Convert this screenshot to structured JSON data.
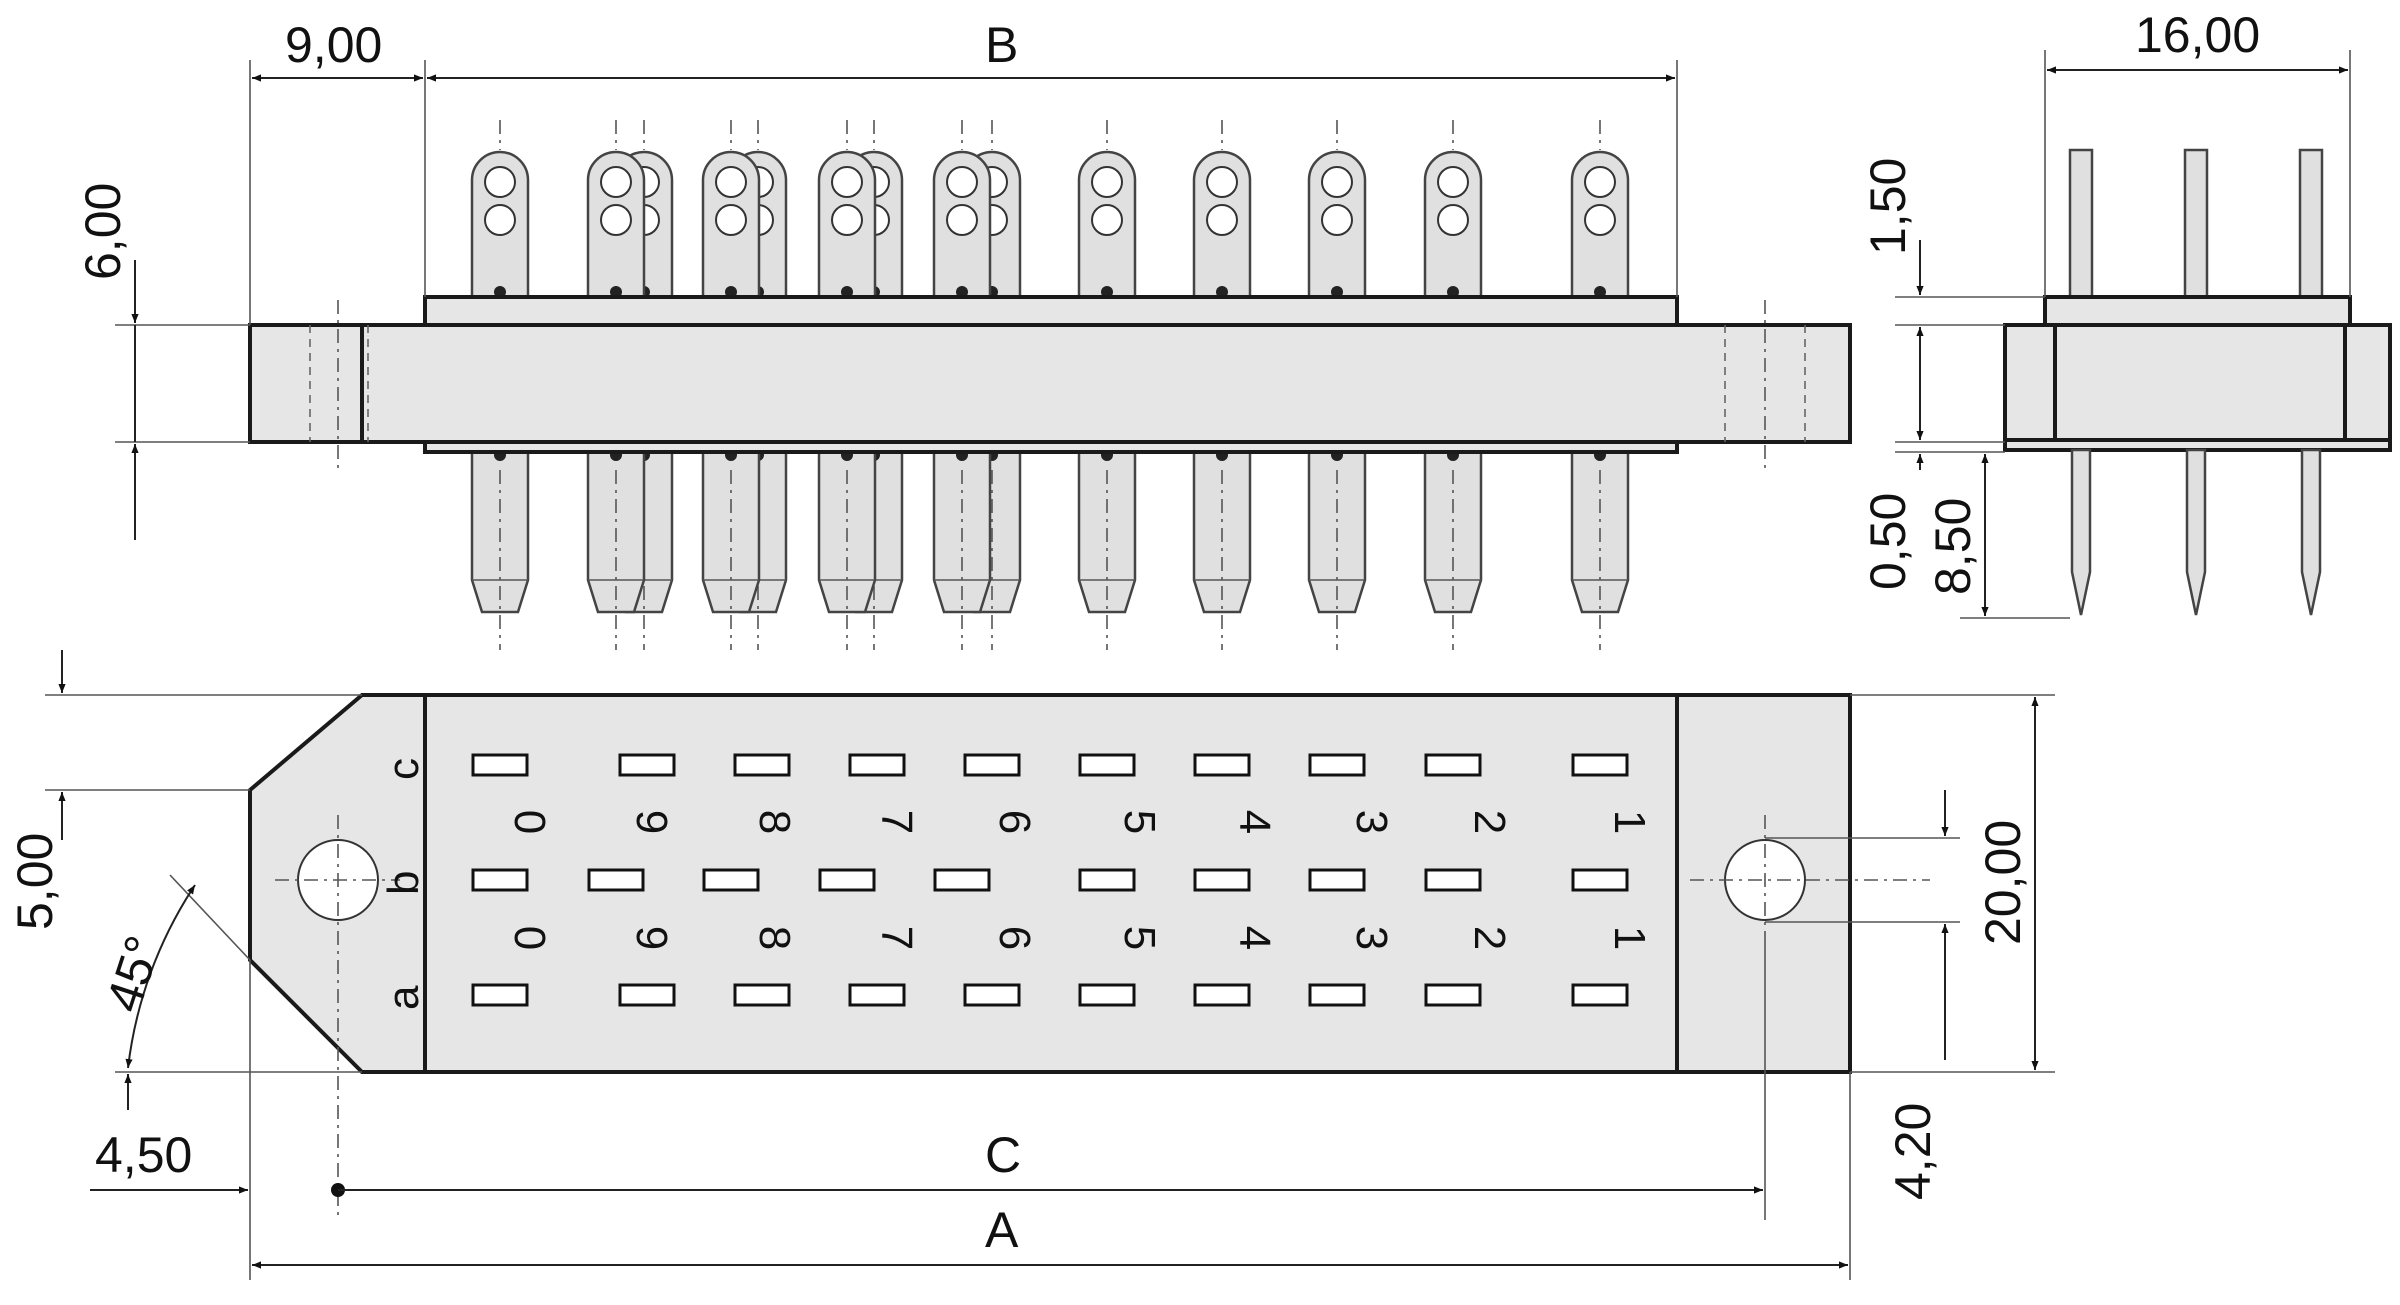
{
  "dimensions": {
    "top_left_width": "9,00",
    "top_span": "B",
    "side_width": "16,00",
    "flange_height": "6,00",
    "side_top_pin": "1,50",
    "side_gap": "0,50",
    "side_bottom_pin": "8,50",
    "chamfer_height": "5,00",
    "chamfer_angle": "45°",
    "hole_offset": "4,50",
    "hole_span": "C",
    "overall_length": "A",
    "body_height": "20,00",
    "hole_from_bottom": "4,20"
  },
  "row_labels": [
    "c",
    "b",
    "a"
  ],
  "numbers_cb": [
    "0",
    "9",
    "8",
    "7",
    "6",
    "5",
    "4",
    "3",
    "2",
    "1"
  ],
  "numbers_ba": [
    "0",
    "9",
    "8",
    "7",
    "6",
    "5",
    "4",
    "3",
    "2",
    "1"
  ]
}
